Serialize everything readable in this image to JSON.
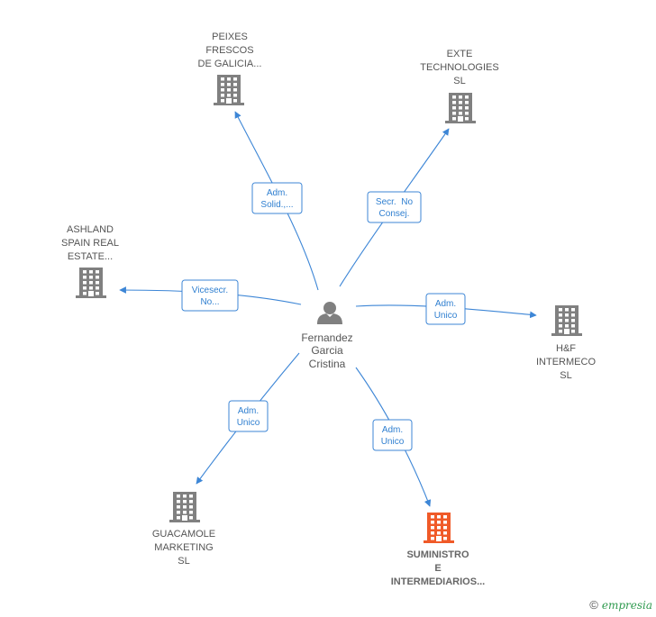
{
  "center": {
    "name": [
      "Fernandez",
      "Garcia",
      "Cristina"
    ],
    "icon": "person-icon"
  },
  "nodes": [
    {
      "id": "peixes",
      "label": [
        "PEIXES",
        "FRESCOS",
        "DE GALICIA..."
      ],
      "icon": "building-icon",
      "color": "#808080",
      "highlight": false
    },
    {
      "id": "exte",
      "label": [
        "EXTE",
        "TECHNOLOGIES",
        "SL"
      ],
      "icon": "building-icon",
      "color": "#808080",
      "highlight": false
    },
    {
      "id": "ashland",
      "label": [
        "ASHLAND",
        "SPAIN REAL",
        "ESTATE..."
      ],
      "icon": "building-icon",
      "color": "#808080",
      "highlight": false
    },
    {
      "id": "hf",
      "label": [
        "H&F",
        "INTERMECO",
        "SL"
      ],
      "icon": "building-icon",
      "color": "#808080",
      "highlight": false
    },
    {
      "id": "guacamole",
      "label": [
        "GUACAMOLE",
        "MARKETING",
        "SL"
      ],
      "icon": "building-icon",
      "color": "#808080",
      "highlight": false
    },
    {
      "id": "suministro",
      "label": [
        "SUMINISTRO",
        "E",
        "INTERMEDIARIOS..."
      ],
      "icon": "building-icon",
      "color": "#f05a28",
      "highlight": true
    }
  ],
  "edges": [
    {
      "to": "peixes",
      "label": [
        "Adm.",
        "Solid.,..."
      ]
    },
    {
      "to": "exte",
      "label": [
        "Secr.  No",
        "Consej."
      ]
    },
    {
      "to": "ashland",
      "label": [
        "Vicesecr.",
        "No..."
      ]
    },
    {
      "to": "hf",
      "label": [
        "Adm.",
        "Unico"
      ]
    },
    {
      "to": "guacamole",
      "label": [
        "Adm.",
        "Unico"
      ]
    },
    {
      "to": "suministro",
      "label": [
        "Adm.",
        "Unico"
      ]
    }
  ],
  "footer": {
    "copyright": "©",
    "brand": "empresia"
  },
  "colors": {
    "edge": "#3d86d6",
    "building": "#808080",
    "highlight": "#f05a28",
    "person": "#808080"
  }
}
